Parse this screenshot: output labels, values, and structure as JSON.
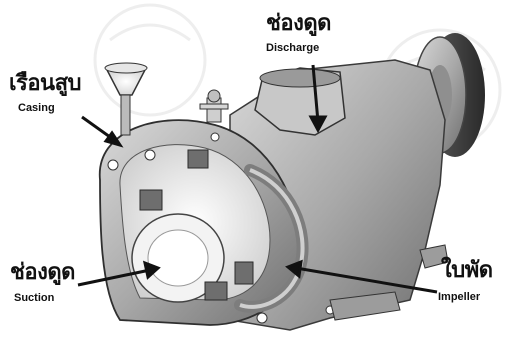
{
  "labels": {
    "casing": {
      "th": "เรือนสูบ",
      "en": "Casing"
    },
    "discharge": {
      "th": "ช่องดูด",
      "en": "Discharge"
    },
    "suction": {
      "th": "ช่องดูด",
      "en": "Suction"
    },
    "impeller": {
      "th": "ใบพัด",
      "en": "Impeller"
    }
  },
  "colors": {
    "metal": "#b9b9b9",
    "shadow": "#7a7a7a",
    "cut": "#d8d8d8",
    "ink": "#111111"
  }
}
